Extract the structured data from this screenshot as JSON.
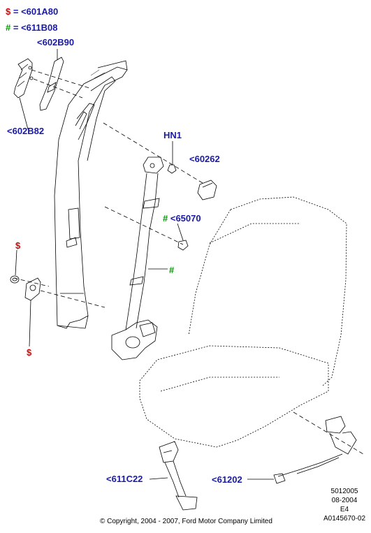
{
  "legend": [
    {
      "symbol": "$",
      "text": "= <601A80",
      "symbol_color": "#e00000"
    },
    {
      "symbol": "#",
      "text": "= <611B08",
      "symbol_color": "#009900"
    }
  ],
  "callouts": {
    "c602B90": "<602B90",
    "c602B82": "<602B82",
    "hn1": "HN1",
    "c60262": "<60262",
    "c65070": "<65070",
    "c65070_symbol": "#",
    "belt_symbol": "#",
    "dollar_upper": "$",
    "dollar_lower": "$",
    "c611C22": "<611C22",
    "c61202": "<61202"
  },
  "meta": {
    "line1": "5012005",
    "line2": "08-2004",
    "line3": "E4",
    "line4": "A0145670-02"
  },
  "copyright": "© Copyright, 2004 - 2007, Ford Motor Company Limited",
  "colors": {
    "callout": "#1a1aa6",
    "dollar": "#e00000",
    "hash": "#009900",
    "line": "#000000"
  }
}
